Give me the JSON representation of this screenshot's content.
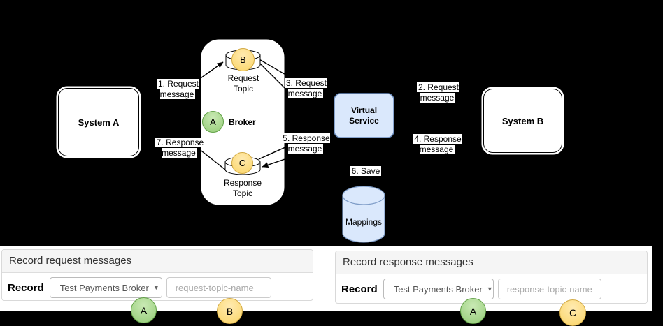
{
  "colors": {
    "background": "#000000",
    "node_blue_fill": "#dae8fc",
    "node_blue_border": "#6c8ebf",
    "marker_green_fill": "#94cc77",
    "marker_green_border": "#62a247",
    "marker_yellow_fill": "#fbd567",
    "marker_yellow_border": "#d2a942",
    "panel_header_bg": "#f5f5f5",
    "panel_border": "#d9d9d9"
  },
  "diagram": {
    "system_a": "System A",
    "system_b": "System B",
    "broker": "Broker",
    "virtual_service": "Virtual Service",
    "request_topic": "Request Topic",
    "response_topic": "Response Topic",
    "mappings": "Mappings",
    "markers": {
      "a": "A",
      "b": "B",
      "c": "C"
    },
    "edges": {
      "e1": "1. Request message",
      "e2": "2. Request message",
      "e3": "3. Request message",
      "e4": "4. Response message",
      "e5": "5. Response message",
      "e6": "6. Save",
      "e7": "7. Response message"
    }
  },
  "request_panel": {
    "title": "Record request messages",
    "record_label": "Record",
    "broker_select": "Test Payments Broker",
    "topic_placeholder": "request-topic-name",
    "select_marker": "A",
    "input_marker": "B",
    "caret": "▼"
  },
  "response_panel": {
    "title": "Record response messages",
    "record_label": "Record",
    "broker_select": "Test Payments Broker",
    "topic_placeholder": "response-topic-name",
    "select_marker": "A",
    "input_marker": "C",
    "caret": "▼"
  }
}
